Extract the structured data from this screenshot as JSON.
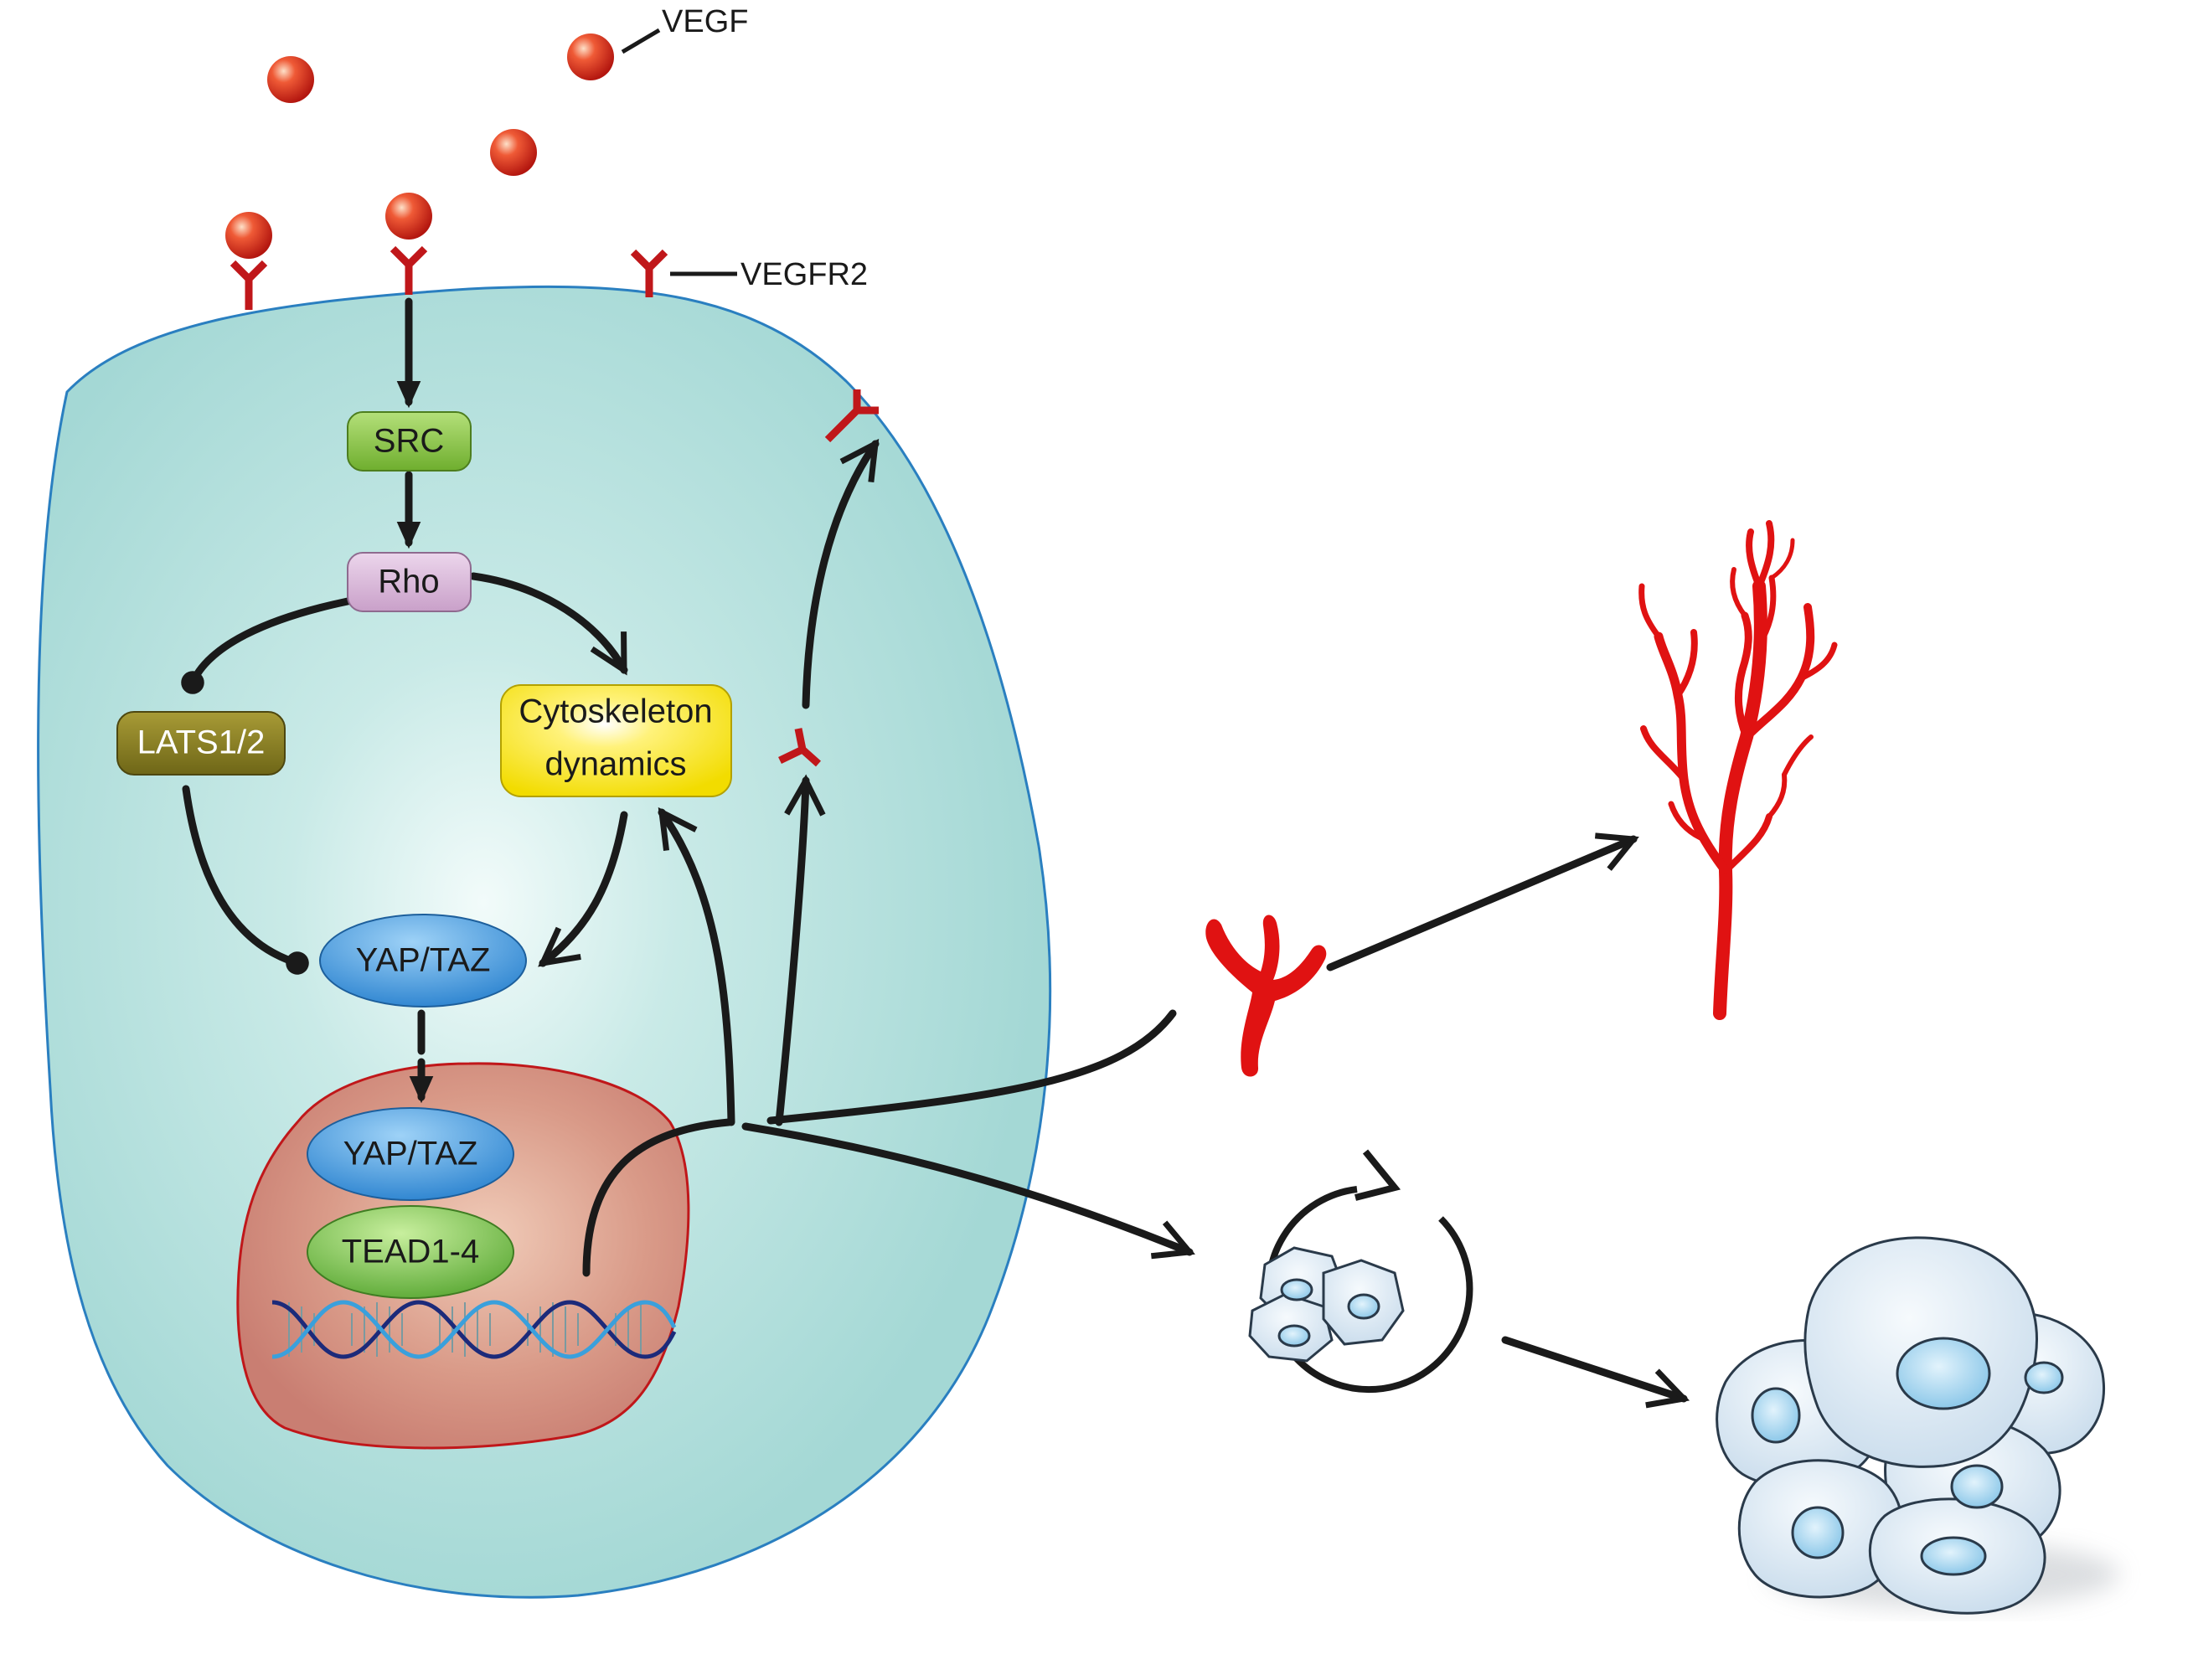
{
  "labels": {
    "vegf": "VEGF",
    "vegfr2": "VEGFR2"
  },
  "nodes": {
    "src": "SRC",
    "rho": "Rho",
    "lats": "LATS1/2",
    "cyto_line1": "Cytoskeleton",
    "cyto_line2": "dynamics",
    "yap_cyto": "YAP/TAZ",
    "yap_nuc": "YAP/TAZ",
    "tead": "TEAD1-4"
  },
  "colors": {
    "cell_fill": "#a4d8d5",
    "cell_border": "#2a7fc0",
    "nucleus_fill": "#c97e72",
    "nucleus_border": "#c0171a",
    "vegf_red": "#d9281e",
    "receptor_red": "#c0171a",
    "src_green": "#8cc63f",
    "rho_purple": "#d8b4d8",
    "lats_olive": "#8c8220",
    "cyto_yellow": "#f4e400",
    "yap_blue": "#3a8fd8",
    "tead_green": "#74c04a",
    "dna_dark": "#1c2a7a",
    "dna_light": "#3aa0dc"
  },
  "icons": [
    "vegf-ligand-icon",
    "vegfr2-receptor-icon",
    "blood-vessel-icon",
    "cell-cycle-icon",
    "cell-cluster-icon",
    "dna-helix-icon"
  ]
}
